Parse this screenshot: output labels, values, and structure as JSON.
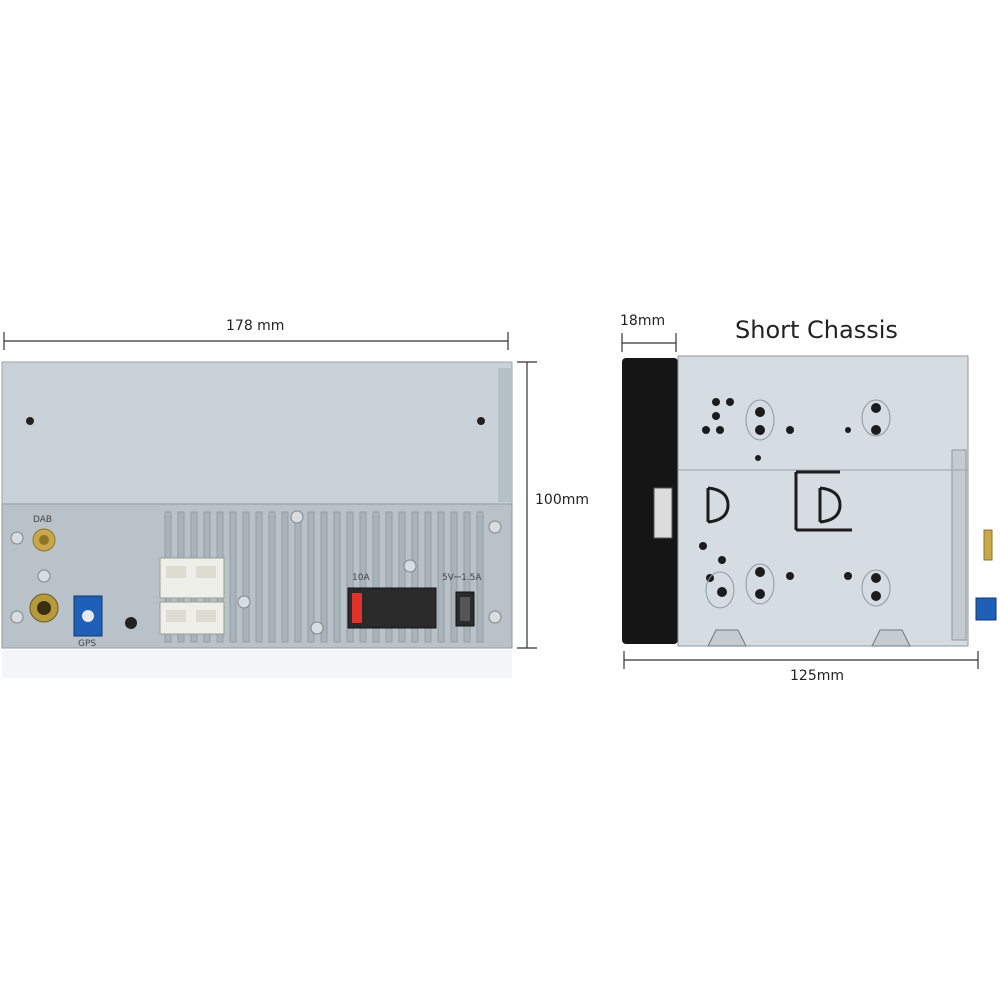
{
  "dimensions": {
    "width": "178 mm",
    "height": "100mm",
    "faceplate_depth": "18mm",
    "chassis_depth": "125mm"
  },
  "side_view": {
    "title": "Short Chassis"
  },
  "rear_view": {
    "labels": {
      "dab": "DAB",
      "gps": "GPS",
      "fuse": "10A",
      "usb": "5V⎓1.5A"
    }
  },
  "colors": {
    "chassis_light": "#c9d2d8",
    "chassis_mid": "#b4bec5",
    "fakra_blue": "#1f5fb8",
    "fuse_red": "#e0322b",
    "faceplate": "#151515",
    "brass": "#b89a3a"
  }
}
